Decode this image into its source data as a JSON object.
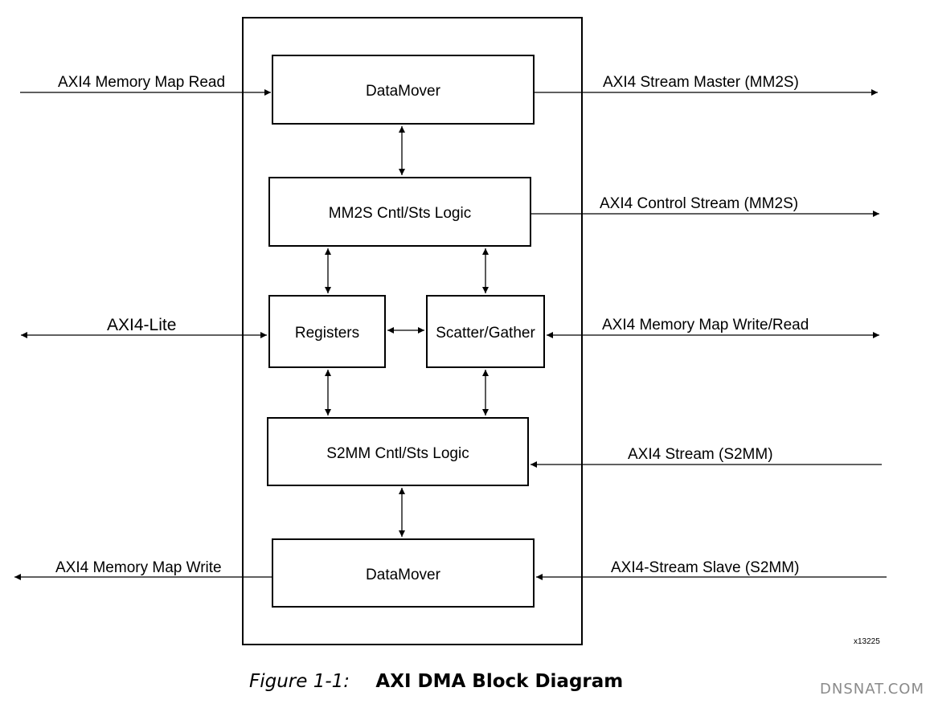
{
  "diagram": {
    "blocks": {
      "datamover_top": "DataMover",
      "mm2s_logic": "MM2S Cntl/Sts Logic",
      "registers": "Registers",
      "scatter_gather": "Scatter/Gather",
      "s2mm_logic": "S2MM Cntl/Sts Logic",
      "datamover_bottom": "DataMover"
    },
    "signals": {
      "mm_read": "AXI4 Memory Map Read",
      "stream_master_mm2s": "AXI4 Stream Master (MM2S)",
      "control_stream_mm2s": "AXI4 Control Stream (MM2S)",
      "axi4_lite": "AXI4-Lite",
      "mm_write_read": "AXI4 Memory Map Write/Read",
      "stream_s2mm": "AXI4 Stream (S2MM)",
      "mm_write": "AXI4 Memory Map Write",
      "stream_slave_s2mm": "AXI4-Stream Slave (S2MM)"
    },
    "ref_id": "x13225"
  },
  "caption": {
    "number": "Figure 1-1:",
    "title": "AXI DMA Block Diagram"
  },
  "watermark": "DNSNAT.COM"
}
